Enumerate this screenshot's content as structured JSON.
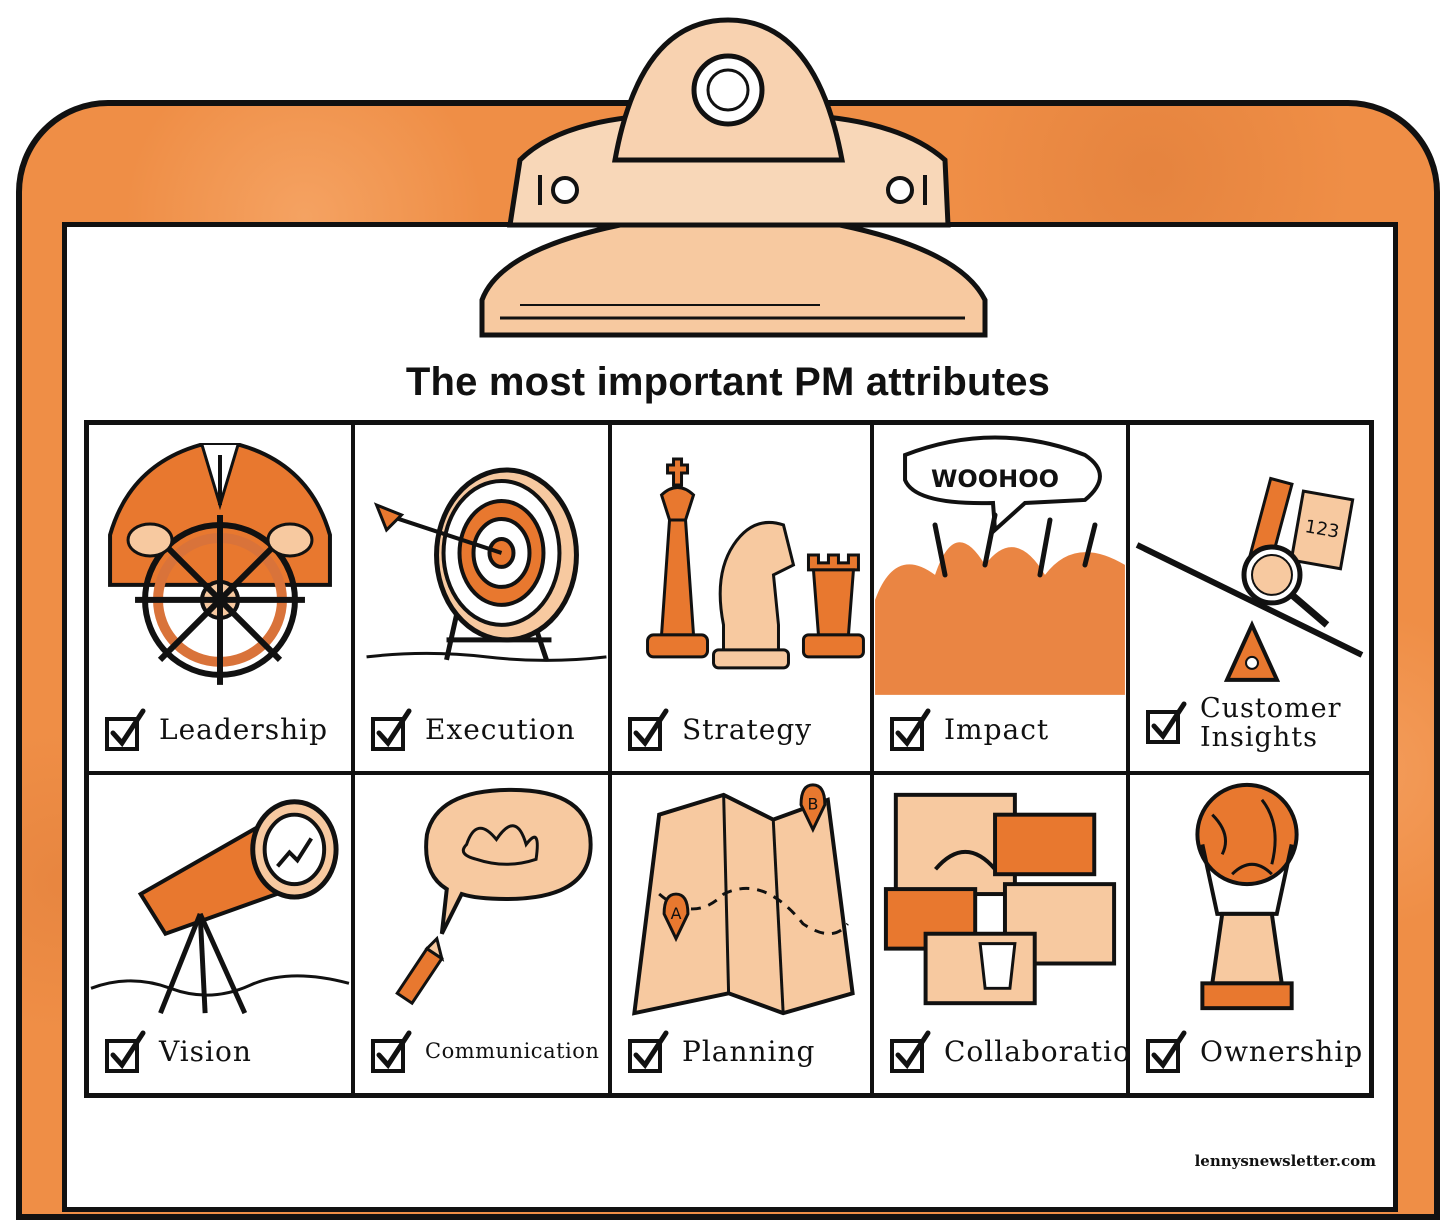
{
  "title": "The most important PM attributes",
  "footer": "lennysnewsletter.com",
  "colors": {
    "board": "#ef8e46",
    "accent": "#e8782f",
    "light": "#f7c9a0",
    "ink": "#111111"
  },
  "attributes": [
    {
      "label": "Leadership",
      "icon": "ship-wheel-icon",
      "checked": true
    },
    {
      "label": "Execution",
      "icon": "target-arrow-icon",
      "checked": true
    },
    {
      "label": "Strategy",
      "icon": "chess-pieces-icon",
      "checked": true
    },
    {
      "label": "Impact",
      "icon": "cheering-crowd-icon",
      "checked": true,
      "speech": "WOOHOO"
    },
    {
      "label": "Customer Insights",
      "icon": "scale-magnifier-icon",
      "checked": true,
      "badge": "123"
    },
    {
      "label": "Vision",
      "icon": "telescope-icon",
      "checked": true
    },
    {
      "label": "Communication",
      "icon": "speech-bubble-pencil-icon",
      "checked": true
    },
    {
      "label": "Planning",
      "icon": "treasure-map-icon",
      "checked": true,
      "pins": [
        "A",
        "B"
      ]
    },
    {
      "label": "Collaboration",
      "icon": "puzzle-collage-icon",
      "checked": true
    },
    {
      "label": "Ownership",
      "icon": "atlas-statue-icon",
      "checked": true
    }
  ]
}
